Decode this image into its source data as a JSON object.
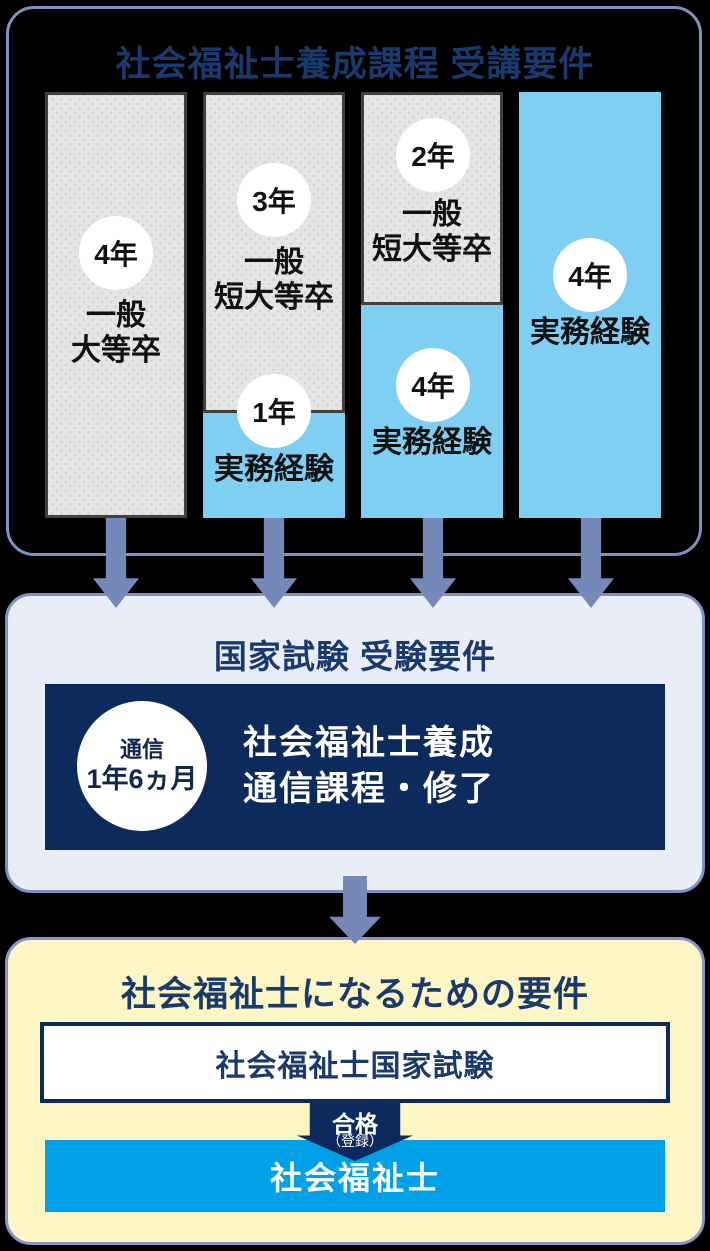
{
  "top": {
    "title": "社会福祉士養成課程 受講要件",
    "col1": {
      "badge": "4年",
      "line1": "一般",
      "line2": "大等卒"
    },
    "col2": {
      "badge_top": "3年",
      "line1": "一般",
      "line2": "短大等卒",
      "badge_bottom": "1年",
      "label_bottom": "実務経験"
    },
    "col3": {
      "badge_top": "2年",
      "line1": "一般",
      "line2": "短大等卒",
      "badge_bottom": "4年",
      "label_bottom": "実務経験"
    },
    "col4": {
      "badge": "4年",
      "label": "実務経験"
    }
  },
  "middle": {
    "title": "国家試験 受験要件",
    "badge_line1": "通信",
    "badge_line2": "1年6ヵ月",
    "text_line1": "社会福祉士養成",
    "text_line2": "通信課程・修了"
  },
  "bottom": {
    "title": "社会福祉士になるための要件",
    "exam_label": "社会福祉士国家試験",
    "pass_label": "合格",
    "register_label": "（登録）",
    "result_label": "社会福祉士"
  },
  "colors": {
    "page_bg": "#000000",
    "panel_border": "#7d92c3",
    "title_navy": "#1a3a6e",
    "fill_navy": "#0d2a5c",
    "gray_fill": "#e5e5e5",
    "gray_border": "#404040",
    "light_blue": "#7ecff2",
    "bright_blue": "#00a0e9",
    "arrow_blue": "#7489b8",
    "lavender_bg": "#e9edf8",
    "yellow_bg": "#fbf6c4",
    "white": "#ffffff"
  }
}
